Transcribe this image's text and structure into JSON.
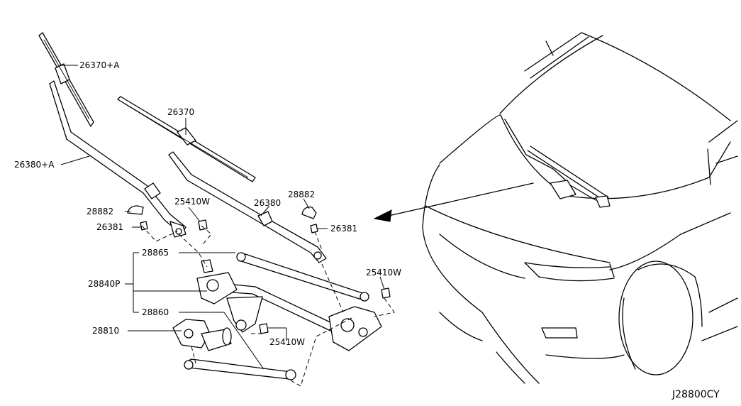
{
  "labels": {
    "blade_rh_assy": "26370+A",
    "arm_rh_assy": "26380+A",
    "blade_lh": "26370",
    "arm_lh": "26380",
    "cap_rh": "28882",
    "nut_rh": "26381",
    "cap_lh": "28882",
    "nut_lh": "26381",
    "bolt_upper": "25410W",
    "bolt_right": "25410W",
    "bolt_lower": "25410W",
    "link_upper": "28865",
    "link_assy": "28840P",
    "link_lower": "28860",
    "motor": "28810"
  },
  "reference_code": "J28800CY"
}
